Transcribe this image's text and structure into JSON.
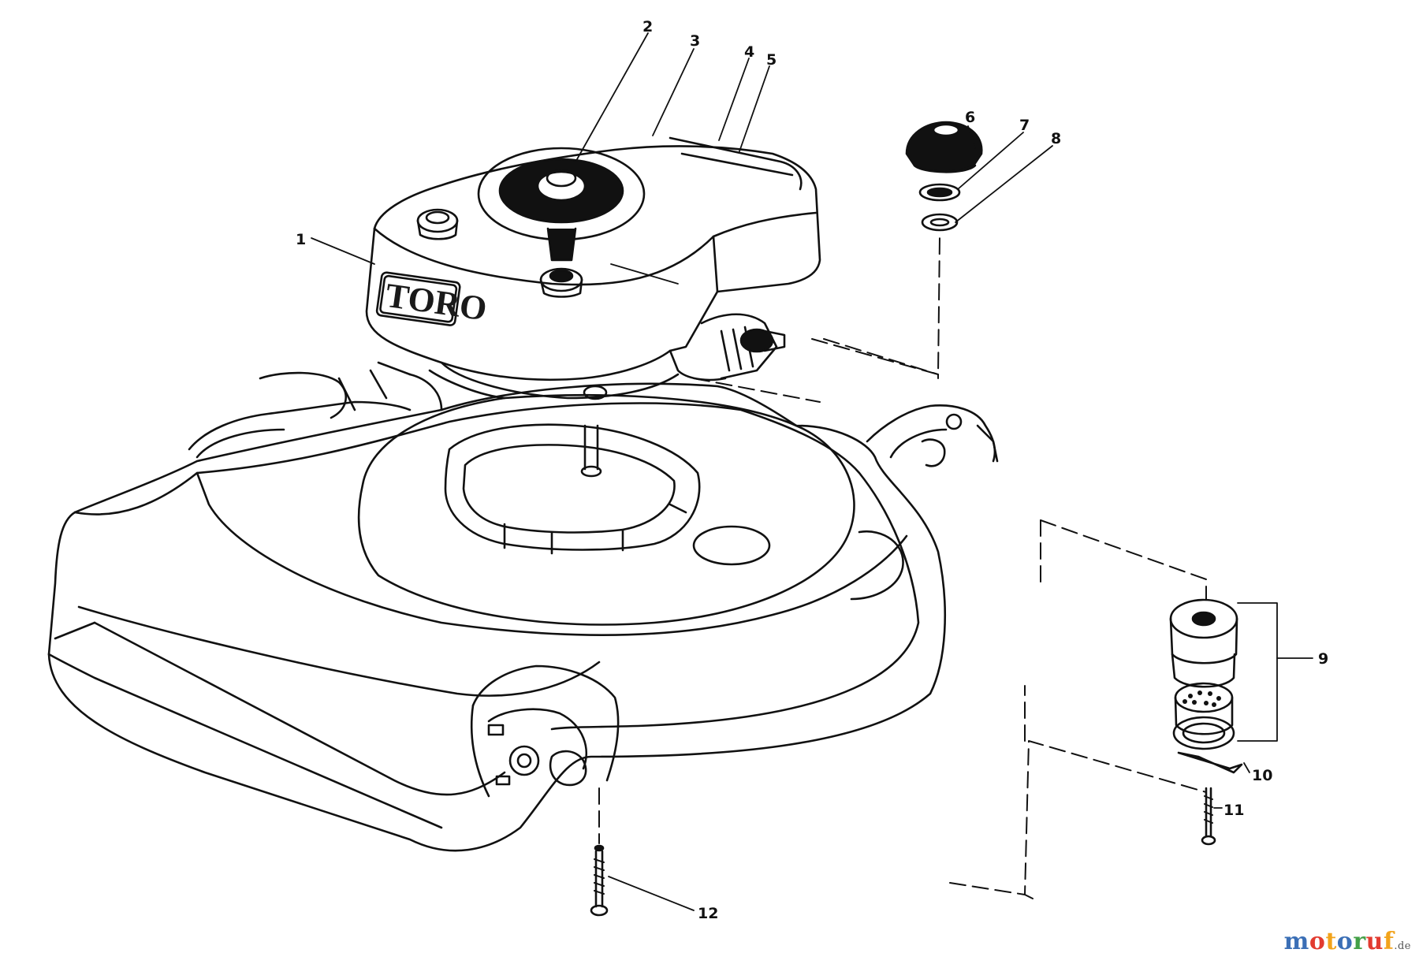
{
  "diagram": {
    "brand_label": "TORO",
    "callouts": [
      "1",
      "2",
      "3",
      "4",
      "5",
      "6",
      "7",
      "8",
      "9",
      "10",
      "11",
      "12"
    ]
  },
  "watermark": {
    "letters": [
      "m",
      "o",
      "t",
      "o",
      "r",
      "u",
      "f"
    ],
    "letter_colors": [
      "#3b6fb6",
      "#e23b30",
      "#f2a31b",
      "#3b6fb6",
      "#43a047",
      "#e23b30",
      "#f2a31b"
    ],
    "suffix": ".de"
  },
  "colors": {
    "ink": "#111111",
    "paper": "#ffffff"
  }
}
